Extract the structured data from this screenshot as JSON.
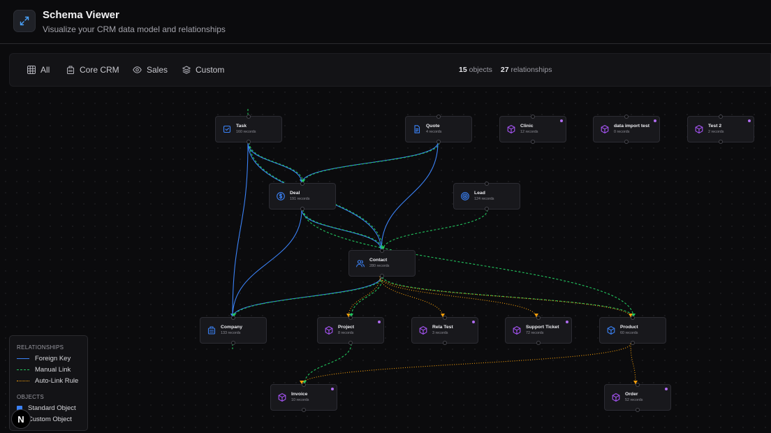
{
  "header": {
    "title": "Schema Viewer",
    "subtitle": "Visualize your CRM data model and relationships",
    "icon": "expand-arrows-icon"
  },
  "toolbar": {
    "filters": [
      {
        "label": "All",
        "icon": "grid-icon"
      },
      {
        "label": "Core CRM",
        "icon": "building-icon"
      },
      {
        "label": "Sales",
        "icon": "eye-icon"
      },
      {
        "label": "Custom",
        "icon": "layers-icon"
      }
    ],
    "stats": {
      "objects_count": "15",
      "objects_label": "objects",
      "relationships_count": "27",
      "relationships_label": "relationships"
    }
  },
  "nodes": [
    {
      "id": "task",
      "name": "Task",
      "records": "160 records",
      "icon": "checkbox-icon",
      "custom": false
    },
    {
      "id": "quote",
      "name": "Quote",
      "records": "4 records",
      "icon": "document-icon",
      "custom": false
    },
    {
      "id": "clinic",
      "name": "Clinic",
      "records": "12 records",
      "icon": "cube-icon",
      "custom": true
    },
    {
      "id": "dataimport",
      "name": "data import test",
      "records": "0 records",
      "icon": "cube-icon",
      "custom": true
    },
    {
      "id": "test2",
      "name": "Test 2",
      "records": "2 records",
      "icon": "cube-icon",
      "custom": true
    },
    {
      "id": "deal",
      "name": "Deal",
      "records": "191 records",
      "icon": "dollar-icon",
      "custom": false
    },
    {
      "id": "lead",
      "name": "Lead",
      "records": "124 records",
      "icon": "target-icon",
      "custom": false
    },
    {
      "id": "contact",
      "name": "Contact",
      "records": "280 records",
      "icon": "users-icon",
      "custom": false
    },
    {
      "id": "company",
      "name": "Company",
      "records": "133 records",
      "icon": "building-icon",
      "custom": false
    },
    {
      "id": "project",
      "name": "Project",
      "records": "8 records",
      "icon": "cube-icon",
      "custom": true
    },
    {
      "id": "relatest",
      "name": "Rela Test",
      "records": "3 records",
      "icon": "cube-icon",
      "custom": true
    },
    {
      "id": "supportticket",
      "name": "Support Ticket",
      "records": "72 records",
      "icon": "cube-icon",
      "custom": true
    },
    {
      "id": "product",
      "name": "Product",
      "records": "60 records",
      "icon": "cube-icon",
      "custom": false
    },
    {
      "id": "invoice",
      "name": "Invoice",
      "records": "10 records",
      "icon": "cube-icon",
      "custom": true
    },
    {
      "id": "order",
      "name": "Order",
      "records": "52 records",
      "icon": "cube-icon",
      "custom": true
    }
  ],
  "legend": {
    "relationships_heading": "RELATIONSHIPS",
    "objects_heading": "OBJECTS",
    "relationship_types": [
      {
        "label": "Foreign Key",
        "style": "solid",
        "color": "#3b82f6"
      },
      {
        "label": "Manual Link",
        "style": "dashed",
        "color": "#22c55e"
      },
      {
        "label": "Auto-Link Rule",
        "style": "dotted",
        "color": "#f59e0b"
      }
    ],
    "object_types": [
      {
        "label": "Standard Object",
        "color": "#3b82f6"
      },
      {
        "label": "Custom Object",
        "color": "#a855f7"
      }
    ]
  },
  "badge": {
    "label": "N"
  },
  "colors": {
    "foreign_key": "#3b82f6",
    "manual_link": "#22c55e",
    "auto_link": "#f59e0b",
    "standard": "#3b82f6",
    "custom": "#a855f7"
  }
}
